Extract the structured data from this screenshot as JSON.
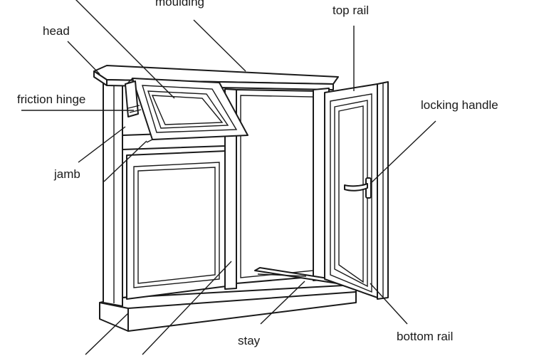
{
  "diagram": {
    "labels": {
      "moulding": "moulding",
      "head": "head",
      "top_rail": "top rail",
      "friction_hinge": "friction hinge",
      "locking_handle": "locking handle",
      "jamb": "jamb",
      "stay": "stay",
      "bottom_rail": "bottom rail"
    },
    "colors": {
      "line": "#1a1a1a",
      "background": "#ffffff"
    }
  }
}
